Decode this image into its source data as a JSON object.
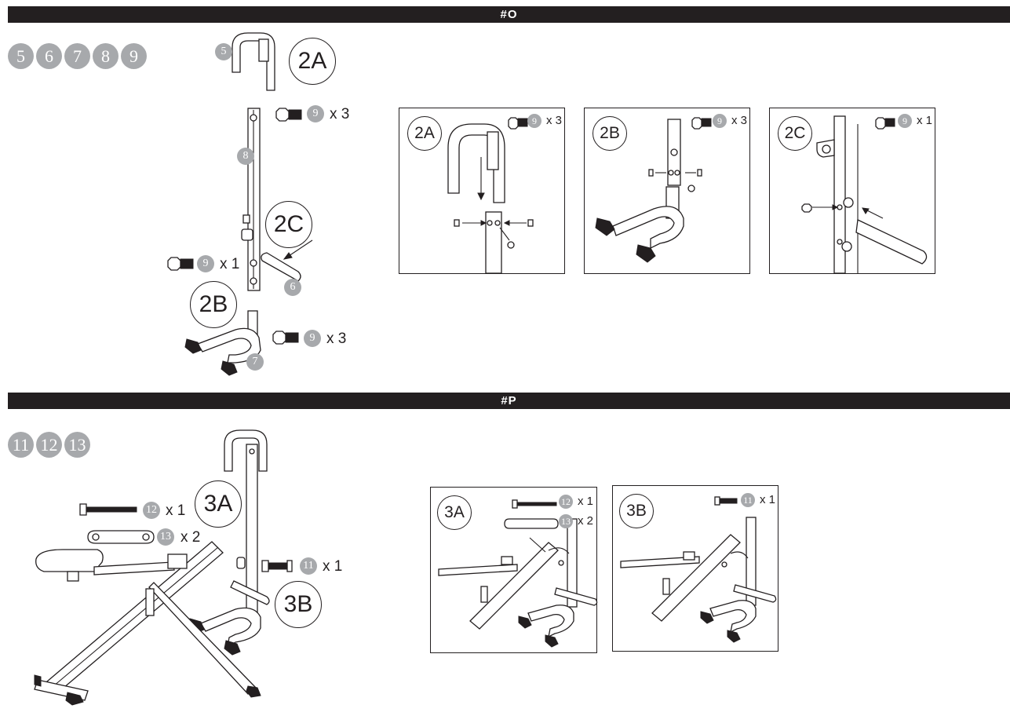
{
  "sections": [
    {
      "title": "#O"
    },
    {
      "title": "#P"
    }
  ],
  "section_o": {
    "parts": [
      "5",
      "6",
      "7",
      "8",
      "9"
    ],
    "main": {
      "steps": {
        "a": "2A",
        "b": "2B",
        "c": "2C"
      },
      "callouts": {
        "p5": "5",
        "p8": "8",
        "p6": "6",
        "p7": "7"
      },
      "bolts": [
        {
          "part": "9",
          "qty": "x 3"
        },
        {
          "part": "9",
          "qty": "x 1"
        },
        {
          "part": "9",
          "qty": "x 3"
        }
      ]
    },
    "details": [
      {
        "step": "2A",
        "part": "9",
        "qty": "x 3"
      },
      {
        "step": "2B",
        "part": "9",
        "qty": "x 3"
      },
      {
        "step": "2C",
        "part": "9",
        "qty": "x 1"
      }
    ]
  },
  "section_p": {
    "parts": [
      "11",
      "12",
      "13"
    ],
    "main": {
      "steps": {
        "a": "3A",
        "b": "3B"
      },
      "hardware": [
        {
          "part": "12",
          "qty": "x 1"
        },
        {
          "part": "13",
          "qty": "x 2"
        },
        {
          "part": "11",
          "qty": "x 1"
        }
      ]
    },
    "details": [
      {
        "step": "3A",
        "hardware": [
          {
            "part": "12",
            "qty": "x 1"
          },
          {
            "part": "13",
            "qty": "x 2"
          }
        ]
      },
      {
        "step": "3B",
        "hardware": [
          {
            "part": "11",
            "qty": "x 1"
          }
        ]
      }
    ]
  }
}
